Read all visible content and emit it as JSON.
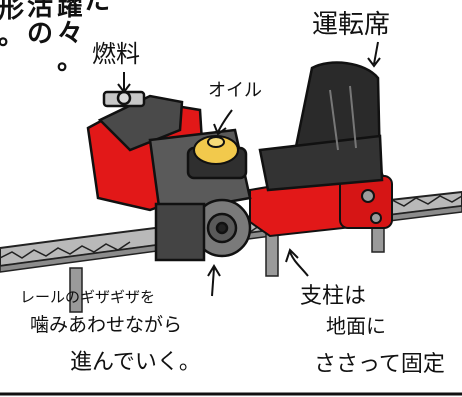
{
  "vertical_text": {
    "col1": "躍々。",
    "col2": "活の",
    "col3": "た",
    "col4": "形。"
  },
  "labels": {
    "fuel": "燃料",
    "oil": "オイル",
    "seat": "運転席",
    "rail_line1": "レールのギザギザを",
    "rail_line2": "噛みあわせながら",
    "rail_line3": "進んでいく。",
    "post_line1": "支柱は",
    "post_line2": "地面に",
    "post_line3": "ささって固定"
  },
  "colors": {
    "body_red": "#e21818",
    "engine_gray": "#4a4a4a",
    "seat_black": "#2a2a2a",
    "rail_gray": "#a8a8a8",
    "oil_yellow": "#f2c94c",
    "ink": "#111111"
  },
  "icons": [
    "arrow-to-fuel-icon",
    "arrow-to-oil-icon",
    "arrow-to-seat-icon",
    "arrow-to-gear-icon",
    "arrow-to-post-icon"
  ]
}
